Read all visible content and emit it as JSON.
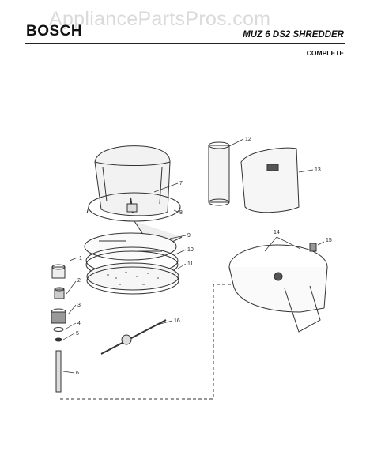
{
  "header": {
    "watermark": "AppliancePartsPros.com",
    "brand": "BOSCH",
    "model_title": "MUZ 6 DS2 SHREDDER",
    "subtitle": "COMPLETE"
  },
  "callouts": [
    "1",
    "2",
    "3",
    "4",
    "5",
    "6",
    "7",
    "8",
    "9",
    "10",
    "11",
    "12",
    "13",
    "14",
    "15",
    "16"
  ],
  "colors": {
    "line": "#333333",
    "paper": "#ffffff"
  }
}
